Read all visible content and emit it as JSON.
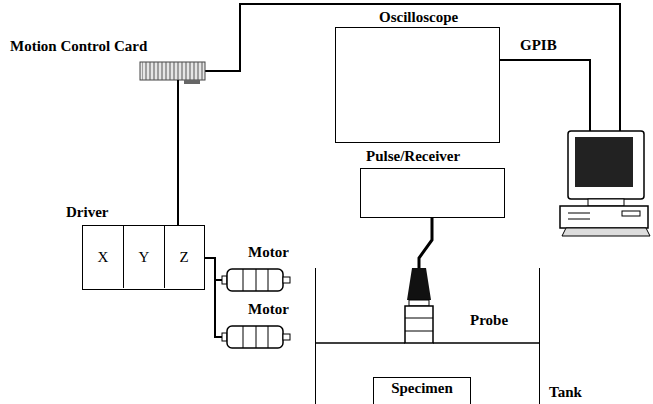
{
  "diagram": {
    "nodes": [
      {
        "text": [
          "Motion Control Card"
        ]
      },
      {
        "text": [
          "Driver"
        ]
      },
      {
        "text": [
          "X"
        ],
        "in": 1
      },
      {
        "text": [
          "Y"
        ],
        "in": 1
      },
      {
        "text": [
          "Z"
        ],
        "in": 1
      },
      {
        "text": [
          "Motor"
        ]
      },
      {
        "text": [
          "Motor"
        ]
      },
      {
        "text": [
          "Oscilloscope"
        ]
      },
      {
        "text": [
          "Pulse/Receiver"
        ]
      },
      {
        "text": [
          "Probe"
        ]
      },
      {
        "text": [
          "Tank"
        ]
      },
      {
        "text": [
          "Specimen"
        ],
        "in": 10
      }
    ],
    "edges": [
      {
        "from": 0,
        "to": 1,
        "arrow": "none"
      },
      {
        "from": 4,
        "to": 5,
        "arrow": "none"
      },
      {
        "from": 4,
        "to": 6,
        "arrow": "none"
      },
      {
        "from": 8,
        "to": 9,
        "arrow": "none"
      }
    ],
    "labels": [
      "GPIB"
    ]
  }
}
